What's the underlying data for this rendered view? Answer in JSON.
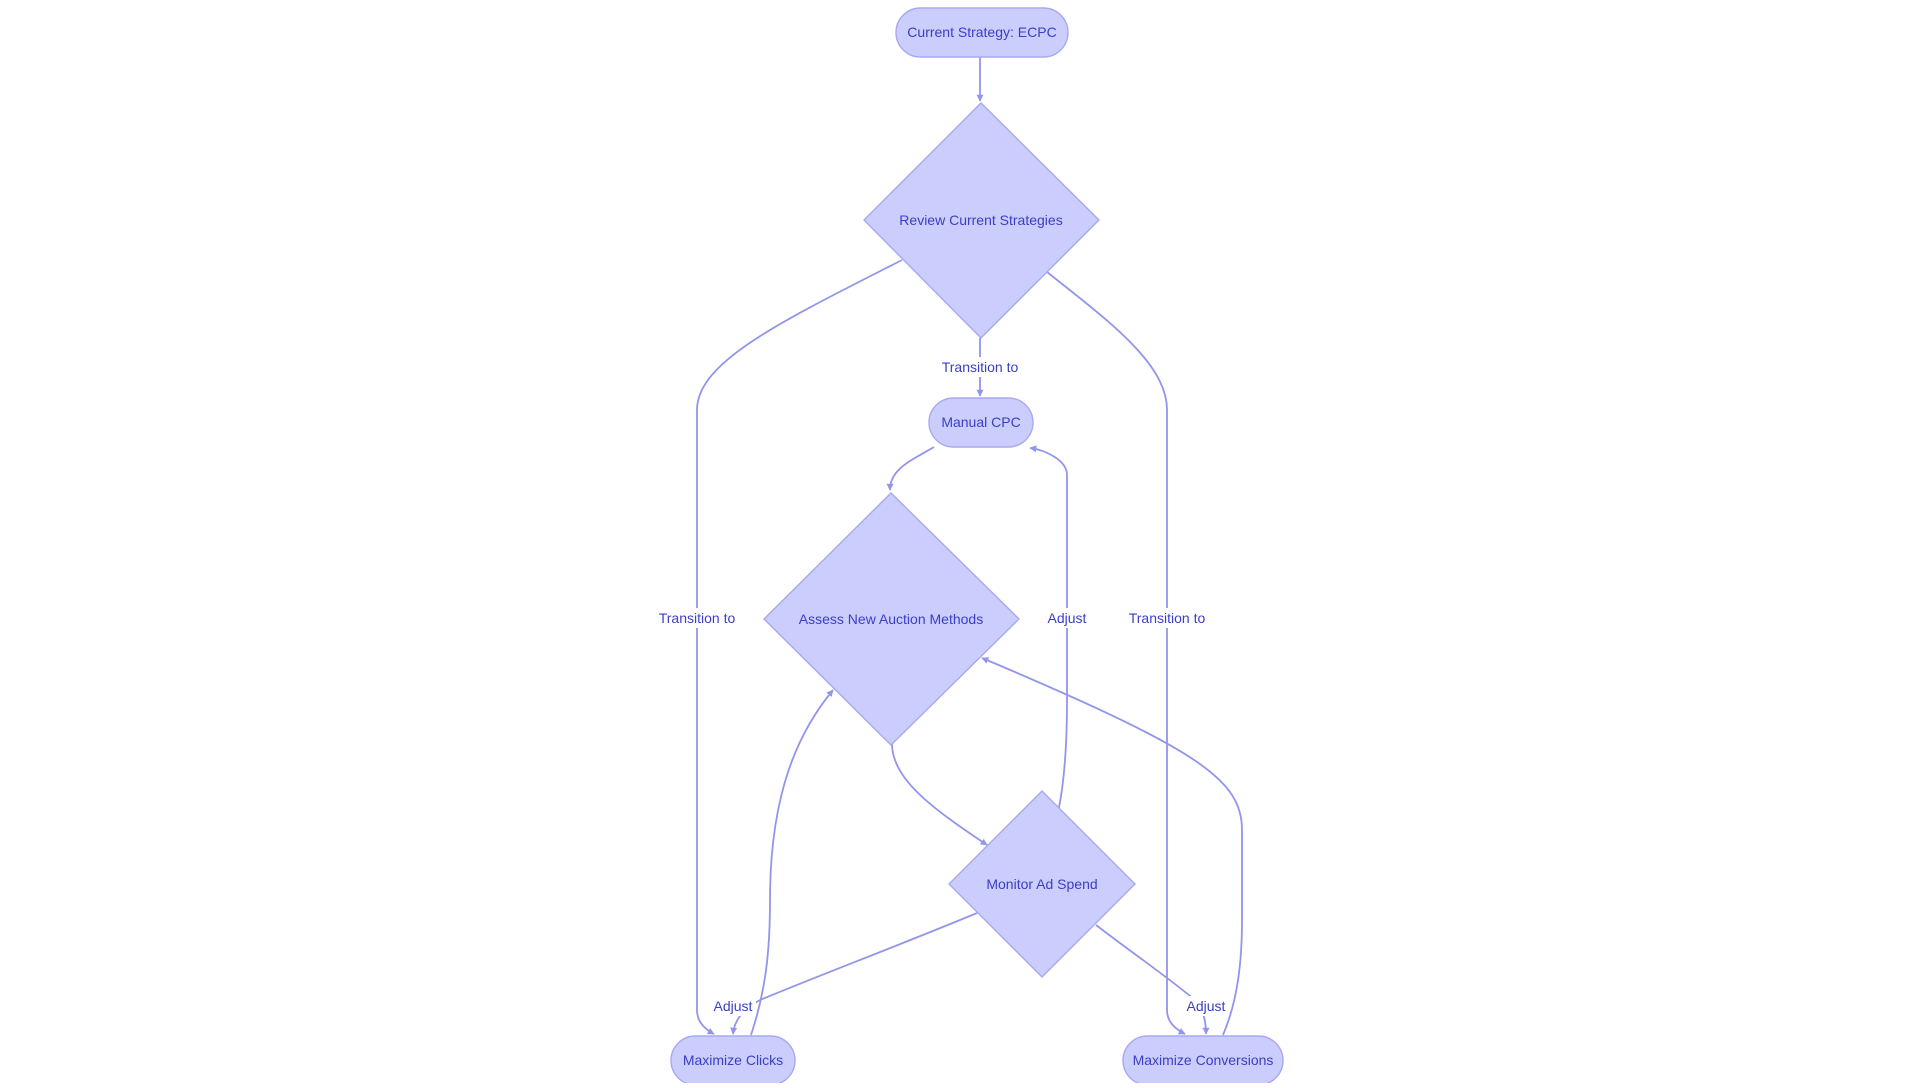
{
  "diagram": {
    "type": "flowchart",
    "colors": {
      "node_fill": "#cbcdfc",
      "node_stroke": "#a6a9f2",
      "edge": "#9296ea",
      "text": "#3b3ec6"
    },
    "nodes": {
      "current_strategy": "Current Strategy: ECPC",
      "review": "Review Current Strategies",
      "manual_cpc": "Manual CPC",
      "assess": "Assess New Auction Methods",
      "monitor": "Monitor Ad Spend",
      "maximize_clicks": "Maximize Clicks",
      "maximize_conversions": "Maximize Conversions"
    },
    "edges": [
      {
        "from": "current_strategy",
        "to": "review",
        "label": ""
      },
      {
        "from": "review",
        "to": "manual_cpc",
        "label": "Transition to"
      },
      {
        "from": "review",
        "to": "maximize_clicks",
        "label": "Transition to"
      },
      {
        "from": "review",
        "to": "maximize_conversions",
        "label": "Transition to"
      },
      {
        "from": "manual_cpc",
        "to": "assess",
        "label": ""
      },
      {
        "from": "maximize_clicks",
        "to": "assess",
        "label": ""
      },
      {
        "from": "maximize_conversions",
        "to": "assess",
        "label": ""
      },
      {
        "from": "assess",
        "to": "monitor",
        "label": ""
      },
      {
        "from": "monitor",
        "to": "manual_cpc",
        "label": "Adjust"
      },
      {
        "from": "monitor",
        "to": "maximize_clicks",
        "label": "Adjust"
      },
      {
        "from": "monitor",
        "to": "maximize_conversions",
        "label": "Adjust"
      }
    ]
  }
}
